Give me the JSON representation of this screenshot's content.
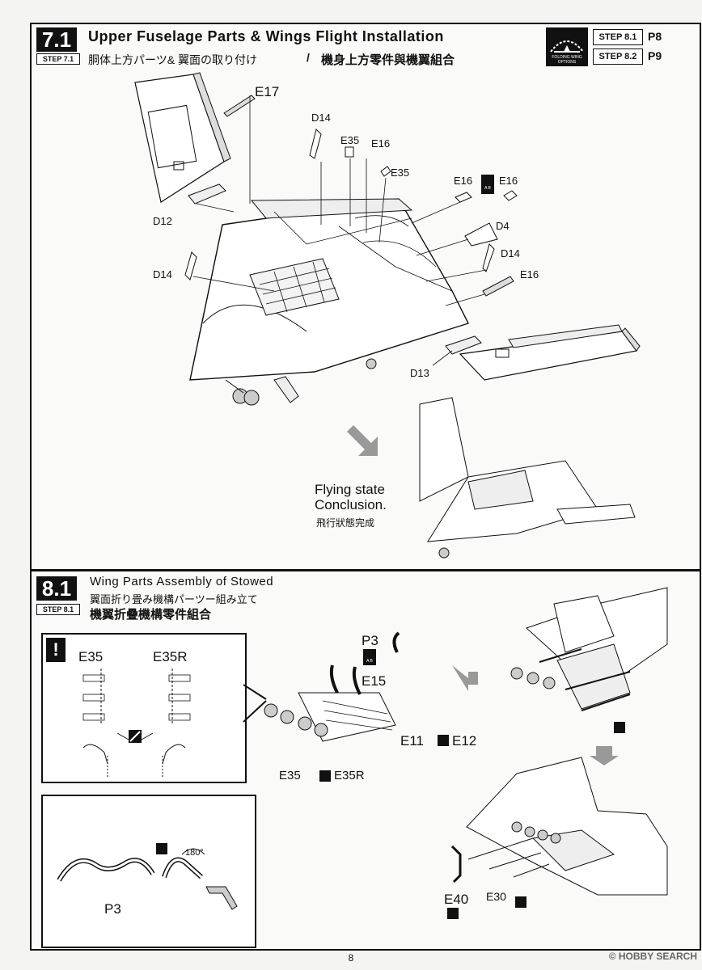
{
  "step71": {
    "number": "7.1",
    "tag": "STEP 7.1",
    "title_en": "Upper Fuselage Parts & Wings Flight Installation",
    "title_ja": "胴体上方パーツ& 翼面の取り付け",
    "slash": "/",
    "title_zh": "機身上方零件與機翼組合",
    "nav_icon_caption": "FOLDING WING OPTIONS",
    "nav": [
      {
        "step": "STEP 8.1",
        "page": "P8"
      },
      {
        "step": "STEP 8.2",
        "page": "P9"
      }
    ],
    "parts": {
      "e17": "E17",
      "d14a": "D14",
      "e35a": "E35",
      "e16a": "E16",
      "e35b": "E35",
      "e16b": "E16",
      "e16c": "E16",
      "ab": "A B",
      "d4": "D4",
      "d14b": "D14",
      "e16d": "E16",
      "d12": "D12",
      "d14c": "D14",
      "d13": "D13"
    },
    "conclusion_en_1": "Flying state",
    "conclusion_en_2": "Conclusion.",
    "conclusion_zh": "飛行狀態完成"
  },
  "step81": {
    "number": "8.1",
    "tag": "STEP 8.1",
    "title_en": "Wing Parts Assembly of Stowed",
    "title_ja": "翼面折り畳み機構パーツー組み立て",
    "title_zh": "機翼折疊機構零件組合",
    "caution": "!",
    "parts": {
      "e35": "E35",
      "e35r": "E35R",
      "p3": "P3",
      "ab": "A B",
      "e15": "E15",
      "e11": "E11",
      "e12": "E12",
      "e35b": "E35",
      "e35rb": "E35R",
      "p3b": "P3",
      "angle": "180°",
      "e40": "E40",
      "e30": "E30"
    }
  },
  "footer": {
    "page_number": "8",
    "watermark": "© HOBBY SEARCH"
  }
}
